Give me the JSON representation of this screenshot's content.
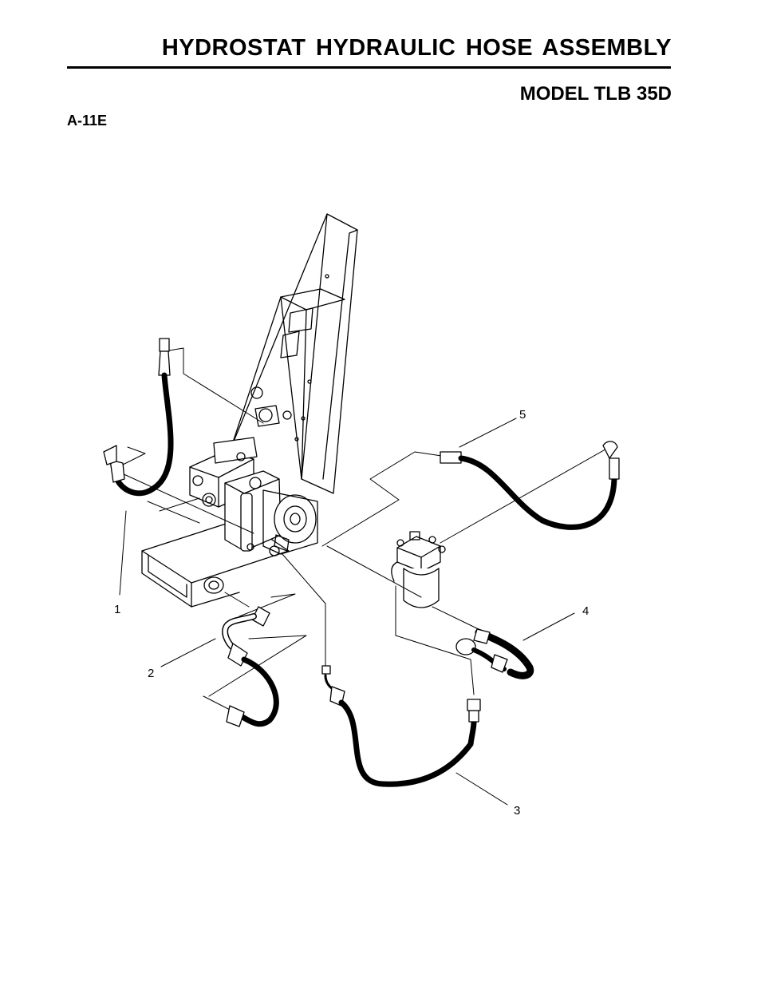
{
  "header": {
    "title": "HYDROSTAT HYDRAULIC HOSE ASSEMBLY",
    "model": "MODEL TLB 35D",
    "page_code": "A-11E"
  },
  "diagram": {
    "callouts": [
      "1",
      "2",
      "3",
      "4",
      "5"
    ]
  }
}
